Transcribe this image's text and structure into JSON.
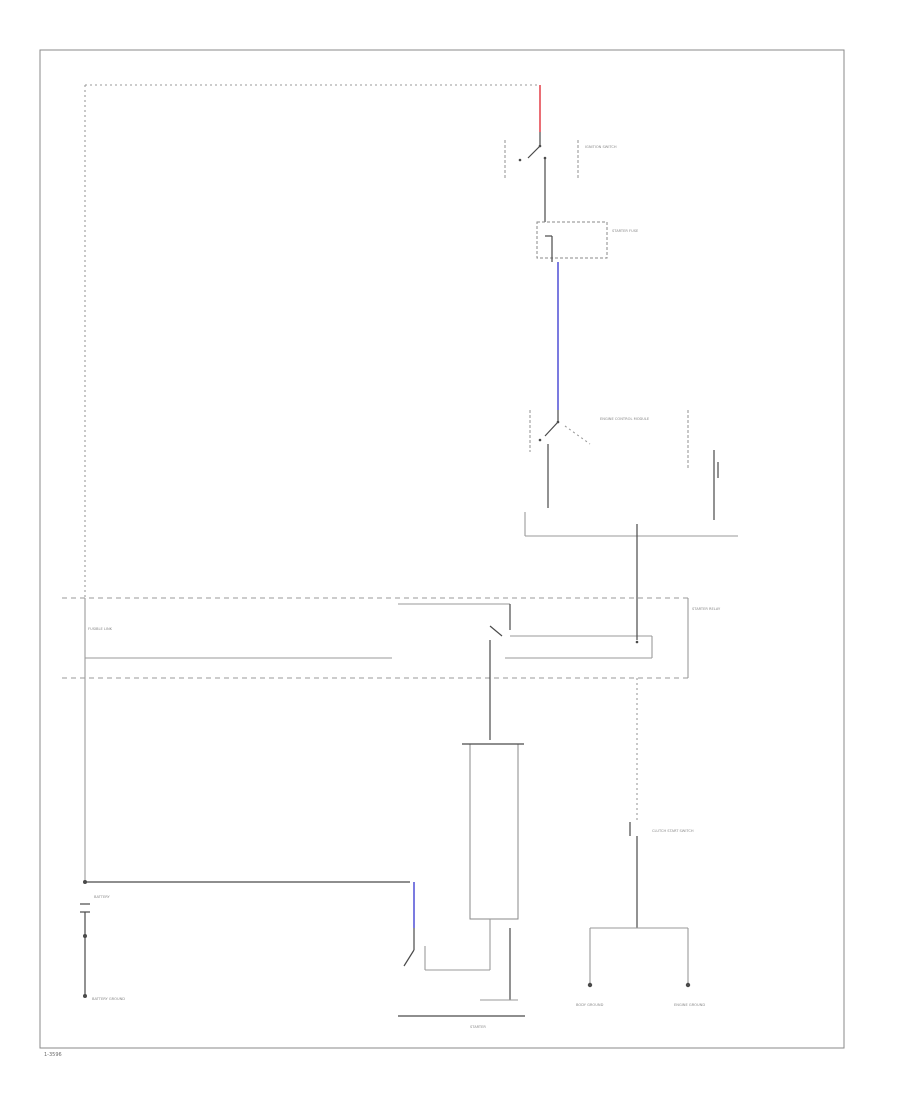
{
  "colors": {
    "background": "#ffffff",
    "wire": "#9a9a9a",
    "wire_dark": "#4a4a4a",
    "wire_red": "#e0303a",
    "wire_blue": "#5a5ad8"
  },
  "labels": {
    "ignition_switch": "IGNITION SWITCH",
    "fuse": "STARTER FUSE",
    "engine_control": "ENGINE CONTROL MODULE",
    "relay": "STARTER RELAY",
    "fusible_link": "FUSIBLE LINK",
    "clutch_switch": "CLUTCH START SWITCH",
    "battery": "BATTERY",
    "ground_battery": "BATTERY GROUND",
    "ground_body": "BODY GROUND",
    "ground_engine": "ENGINE GROUND",
    "starter": "STARTER",
    "footer_code": "1-3596"
  }
}
